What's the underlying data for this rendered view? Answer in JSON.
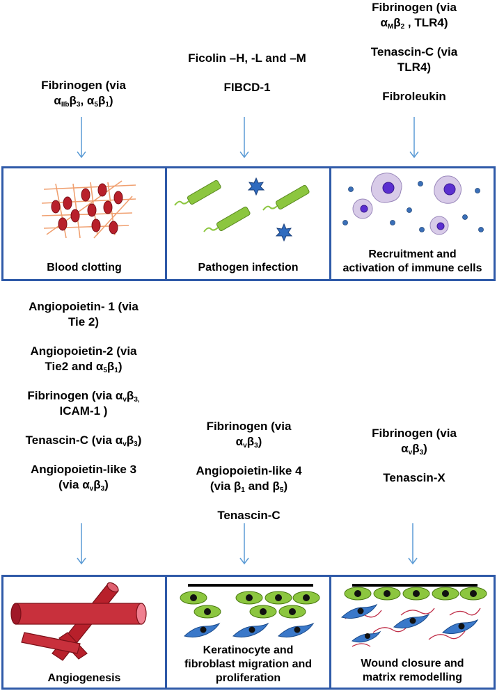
{
  "top": {
    "left": {
      "l1": "Fibrinogen (via",
      "l2a": "α",
      "s1": "IIb",
      "l2b": "β",
      "s2": "3",
      "l2c": ", α",
      "s3": "5",
      "l2d": "β",
      "s4": "1",
      "l2e": ")"
    },
    "middle": {
      "l1": "Ficolin –H, -L and –M",
      "l2": "FIBCD-1"
    },
    "right": {
      "l1": "Fibrinogen (via",
      "l2a": "α",
      "s1": "M",
      "l2b": "β",
      "s2": "2",
      "l2c": " , TLR4)",
      "l3": "Tenascin-C (via",
      "l4": "TLR4)",
      "l5": "Fibroleukin"
    }
  },
  "boxes_top": {
    "b1": "Blood clotting",
    "b2": "Pathogen infection",
    "b3a": "Recruitment and",
    "b3b": "activation of immune cells"
  },
  "mid": {
    "left": {
      "a1": "Angiopoietin- 1 (via",
      "a2": "Tie 2)",
      "b1": "Angiopoietin-2 (via",
      "b2a": "Tie2 and α",
      "b2s1": "5",
      "b2b": "β",
      "b2s2": "1",
      "b2c": ")",
      "c1a": "Fibrinogen (via  α",
      "c1s1": "v",
      "c1b": "β",
      "c1s2": "3,",
      "c2": "ICAM-1 )",
      "d1a": "Tenascin-C (via α",
      "d1s1": "v",
      "d1b": "β",
      "d1s2": "3",
      "d1c": ")",
      "e1": "Angiopoietin-like 3",
      "e2a": "(via α",
      "e2s1": "v",
      "e2b": "β",
      "e2s2": "3",
      "e2c": ")"
    },
    "middle": {
      "a1": "Fibrinogen (via",
      "a2a": "α",
      "a2s1": "v",
      "a2b": "β",
      "a2s2": "3",
      "a2c": ")",
      "b1": "Angiopoietin-like 4",
      "b2a": "(via β",
      "b2s1": "1",
      "b2b": " and β",
      "b2s2": "5",
      "b2c": ")",
      "c1": "Tenascin-C"
    },
    "right": {
      "a1": "Fibrinogen (via",
      "a2a": "α",
      "a2s1": "v",
      "a2b": "β",
      "a2s2": "3",
      "a2c": ")",
      "b1": "Tenascin-X"
    }
  },
  "boxes_bottom": {
    "b1": "Angiogenesis",
    "b2a": "Keratinocyte and",
    "b2b": "fibroblast migration and",
    "b2c": "proliferation",
    "b3a": "Wound closure and",
    "b3b": "matrix remodelling"
  },
  "colors": {
    "border": "#2f5aa8",
    "arrow": "#5b9bd5",
    "rbc": "#b8202b",
    "mesh": "#f0a070",
    "bacterium": "#8cc63f",
    "virus": "#2f6bbf",
    "immune_cell": "#c9b8e0",
    "nucleus": "#5b2fd0",
    "vessel": "#c8303c",
    "keratinocyte": "#8cc63f",
    "fibroblast": "#3a78c9",
    "fiber": "#c0304a"
  }
}
